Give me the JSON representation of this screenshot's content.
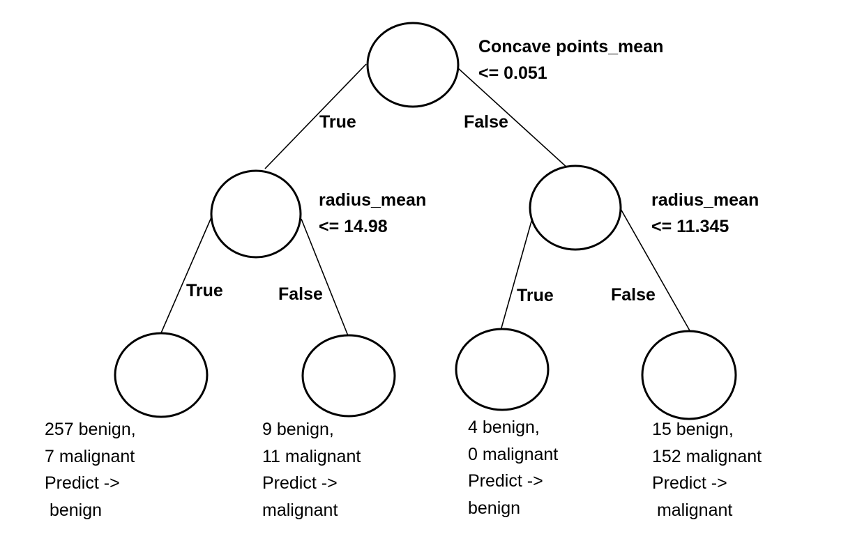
{
  "root": {
    "condition_feature": "Concave points_mean",
    "condition_threshold": "<= 0.051",
    "true_label": "True",
    "false_label": "False"
  },
  "left_split": {
    "condition_feature": "radius_mean",
    "condition_threshold": "<= 14.98",
    "true_label": "True",
    "false_label": "False"
  },
  "right_split": {
    "condition_feature": "radius_mean",
    "condition_threshold": "<= 11.345",
    "true_label": "True",
    "false_label": "False"
  },
  "leaves": [
    {
      "benign": "257 benign,",
      "malignant": "7 malignant",
      "predict": "Predict ->",
      "class": " benign"
    },
    {
      "benign": "9 benign,",
      "malignant": "11 malignant",
      "predict": "Predict ->",
      "class": "malignant"
    },
    {
      "benign": "4 benign,",
      "malignant": "0 malignant",
      "predict": "Predict ->",
      "class": "benign"
    },
    {
      "benign": "15 benign,",
      "malignant": "152 malignant",
      "predict": "Predict ->",
      "class": " malignant"
    }
  ]
}
